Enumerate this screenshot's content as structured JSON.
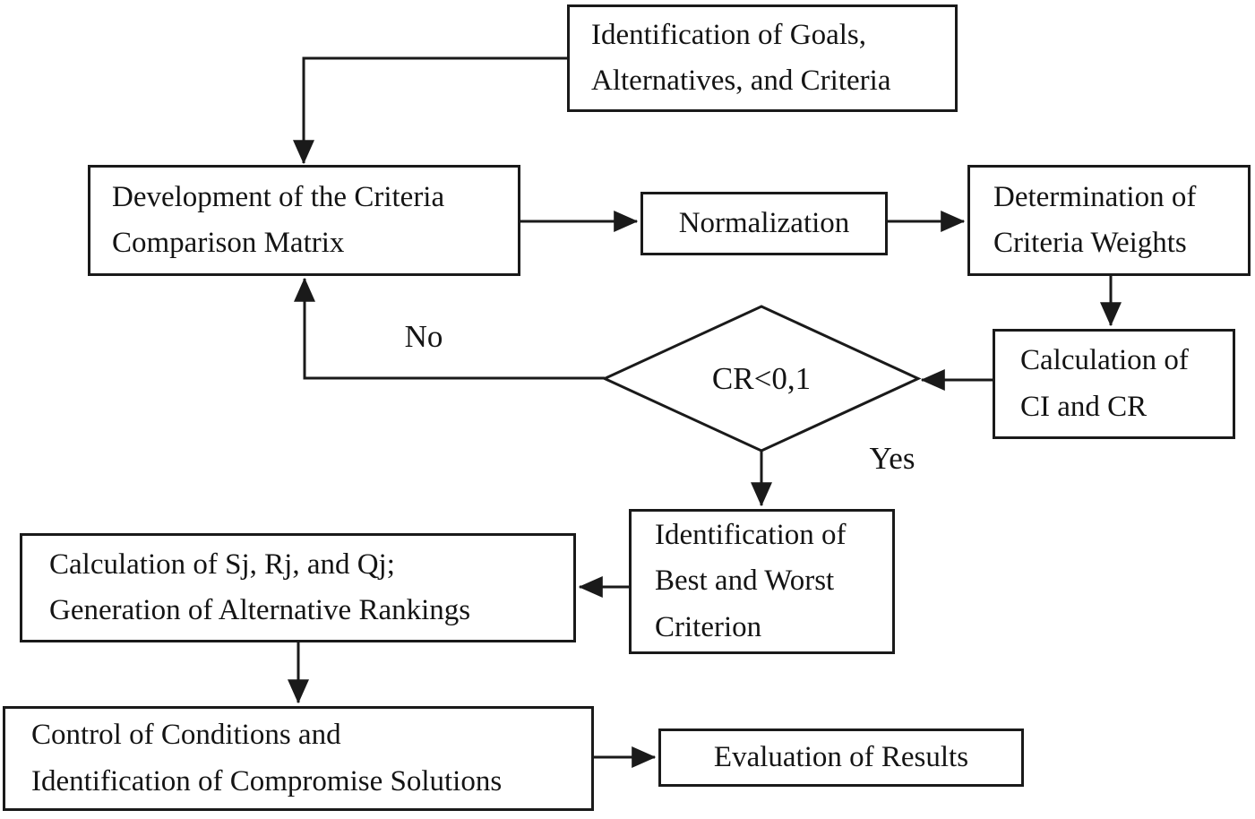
{
  "diagram": {
    "background": "#ffffff",
    "line_color": "#1a1a1a",
    "text_color": "#141414",
    "nodes": {
      "goals": {
        "label": "Identification of Goals,\nAlternatives, and Criteria",
        "shape": "rect"
      },
      "matrix": {
        "label": "Development of the Criteria\nComparison Matrix",
        "shape": "rect"
      },
      "normalization": {
        "label": "Normalization",
        "shape": "rect"
      },
      "weights": {
        "label": "Determination of\nCriteria Weights",
        "shape": "rect"
      },
      "cicr": {
        "label": "Calculation of\nCI and CR",
        "shape": "rect"
      },
      "decision": {
        "label": "CR<0,1",
        "shape": "diamond"
      },
      "bestworst": {
        "label": "Identification of\nBest and Worst\nCriterion",
        "shape": "rect"
      },
      "sjrjqj": {
        "label": "Calculation of Sj, Rj, and Qj;\nGeneration of Alternative Rankings",
        "shape": "rect"
      },
      "control": {
        "label": "Control of Conditions and\nIdentification of Compromise Solutions",
        "shape": "rect"
      },
      "evaluation": {
        "label": "Evaluation of Results",
        "shape": "rect"
      }
    },
    "edge_labels": {
      "no": "No",
      "yes": "Yes"
    },
    "edges": [
      {
        "from": "goals",
        "to": "matrix",
        "label": ""
      },
      {
        "from": "matrix",
        "to": "normalization",
        "label": ""
      },
      {
        "from": "normalization",
        "to": "weights",
        "label": ""
      },
      {
        "from": "weights",
        "to": "cicr",
        "label": ""
      },
      {
        "from": "cicr",
        "to": "decision",
        "label": ""
      },
      {
        "from": "decision",
        "to": "matrix",
        "label": "No"
      },
      {
        "from": "decision",
        "to": "bestworst",
        "label": "Yes"
      },
      {
        "from": "bestworst",
        "to": "sjrjqj",
        "label": ""
      },
      {
        "from": "sjrjqj",
        "to": "control",
        "label": ""
      },
      {
        "from": "control",
        "to": "evaluation",
        "label": ""
      }
    ]
  }
}
